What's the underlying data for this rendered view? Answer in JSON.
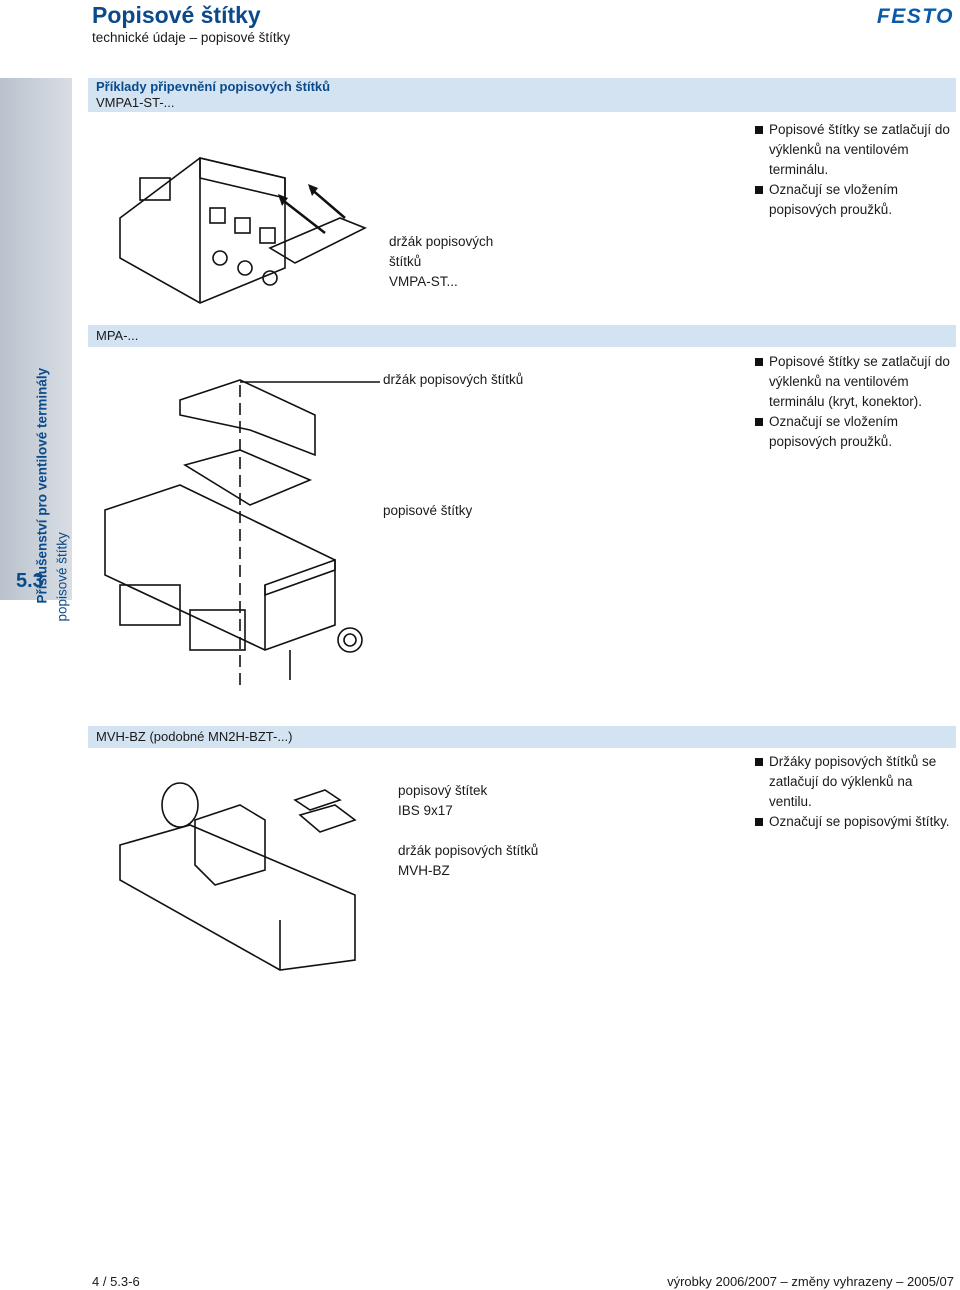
{
  "header": {
    "title": "Popisové štítky",
    "subtitle": "technické údaje – popisové štítky",
    "logo": "FESTO"
  },
  "sidebar": {
    "title": "Příslušenství pro ventilové terminály",
    "subtitle": "popisové štítky",
    "section": "5.3"
  },
  "section1": {
    "heading": "Příklady připevnění popisových štítků",
    "model": "VMPA1-ST-...",
    "callout": [
      "držák popisových",
      "štítků",
      "VMPA-ST..."
    ],
    "bullets": [
      "Popisové štítky se zatlačují do výklenků na ventilovém terminálu.",
      "Označují se vložením popisových proužků."
    ]
  },
  "section2": {
    "model": "MPA-...",
    "callout_holder": "držák popisových štítků",
    "callout_labels": "popisové štítky",
    "bullets": [
      "Popisové štítky se zatlačují do výklenků na ventilovém terminálu (kryt, konektor).",
      "Označují se vložením popisových proužků."
    ]
  },
  "section3": {
    "model": "MVH-BZ (podobné MN2H-BZT-...)",
    "callout_label": [
      "popisový štítek",
      "IBS 9x17"
    ],
    "callout_holder": [
      "držák popisových štítků",
      "MVH-BZ"
    ],
    "bullets": [
      "Držáky popisových štítků se zatlačují do výklenků na ventilu.",
      "Označují se popisovými štítky."
    ]
  },
  "footer": {
    "page": "4 / 5.3-6",
    "note": "výrobky 2006/2007 – změny vyhrazeny – 2005/07"
  },
  "colors": {
    "brand_blue": "#0a4a8c",
    "band": "#d3e3f1",
    "sidebar": "#c8d0d8"
  }
}
